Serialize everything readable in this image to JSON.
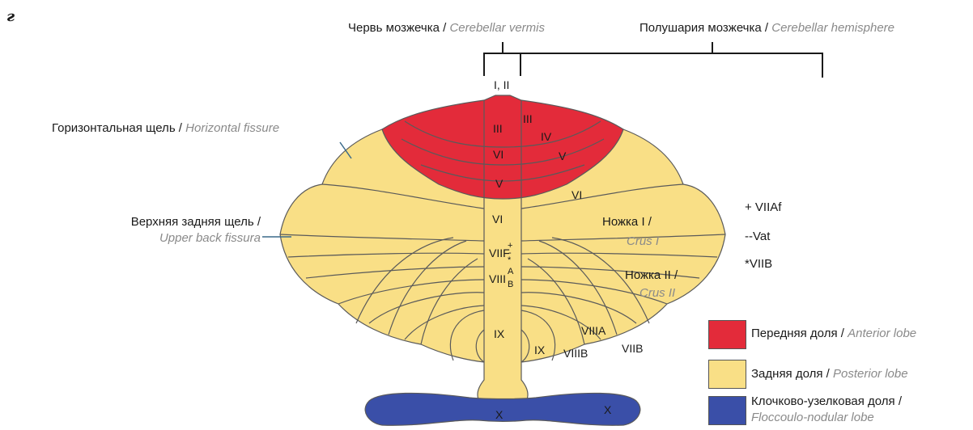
{
  "panel_letter": "г",
  "top_labels": {
    "vermis_ru": "Червь мозжечка",
    "vermis_en": "Cerebellar vermis",
    "hemisphere_ru": "Полушария мозжечка",
    "hemisphere_en": "Cerebellar hemisphere",
    "separator": " / "
  },
  "left_labels": {
    "horizontal_ru": "Горизонтальная щель",
    "horizontal_en": "Horizontal fissure",
    "upper_back_ru": "Верхняя задняя щель /",
    "upper_back_en": "Upper back fissura"
  },
  "right_annotations": {
    "crus1_ru": "Ножка I /",
    "crus1_en": "Crus I",
    "crus2_ru": "Ножка II /",
    "crus2_en": "Crus II",
    "key_1": "+ VIIAf",
    "key_2": "--Vat",
    "key_3": "*VIIB"
  },
  "lobule_labels": {
    "i_ii": "I, II",
    "iii_v": "III",
    "iii_h": "III",
    "iv_h": "IV",
    "vi_v_upper": "VI",
    "v_h": "V",
    "v_v": "V",
    "vi_h": "VI",
    "vi_v": "VI",
    "viif": "VIIF",
    "plus": "+",
    "dash": "-",
    "star": "*",
    "a": "A",
    "b": "B",
    "viii": "VIII",
    "ix_v": "IX",
    "ix_h": "IX",
    "viiib": "VIIIB",
    "viiia": "VIIIA",
    "viib": "VIIB",
    "x_v": "X",
    "x_h": "X"
  },
  "legend": [
    {
      "ru": "Передняя доля",
      "en": "Anterior lobe",
      "color": "#e32b3a"
    },
    {
      "ru": "Задняя доля",
      "en": "Posterior lobe",
      "color": "#f9df86"
    },
    {
      "ru": "Клочково-узелковая доля /",
      "en": "Floccoulo-nodular lobe",
      "color": "#3a4fa8"
    }
  ],
  "colors": {
    "anterior": "#e32b3a",
    "posterior": "#f9df86",
    "flocculonodular": "#3a4fa8",
    "outline": "#5a5a5a",
    "bracket": "#1a1a1a",
    "pointer": "#3a6a8a"
  }
}
